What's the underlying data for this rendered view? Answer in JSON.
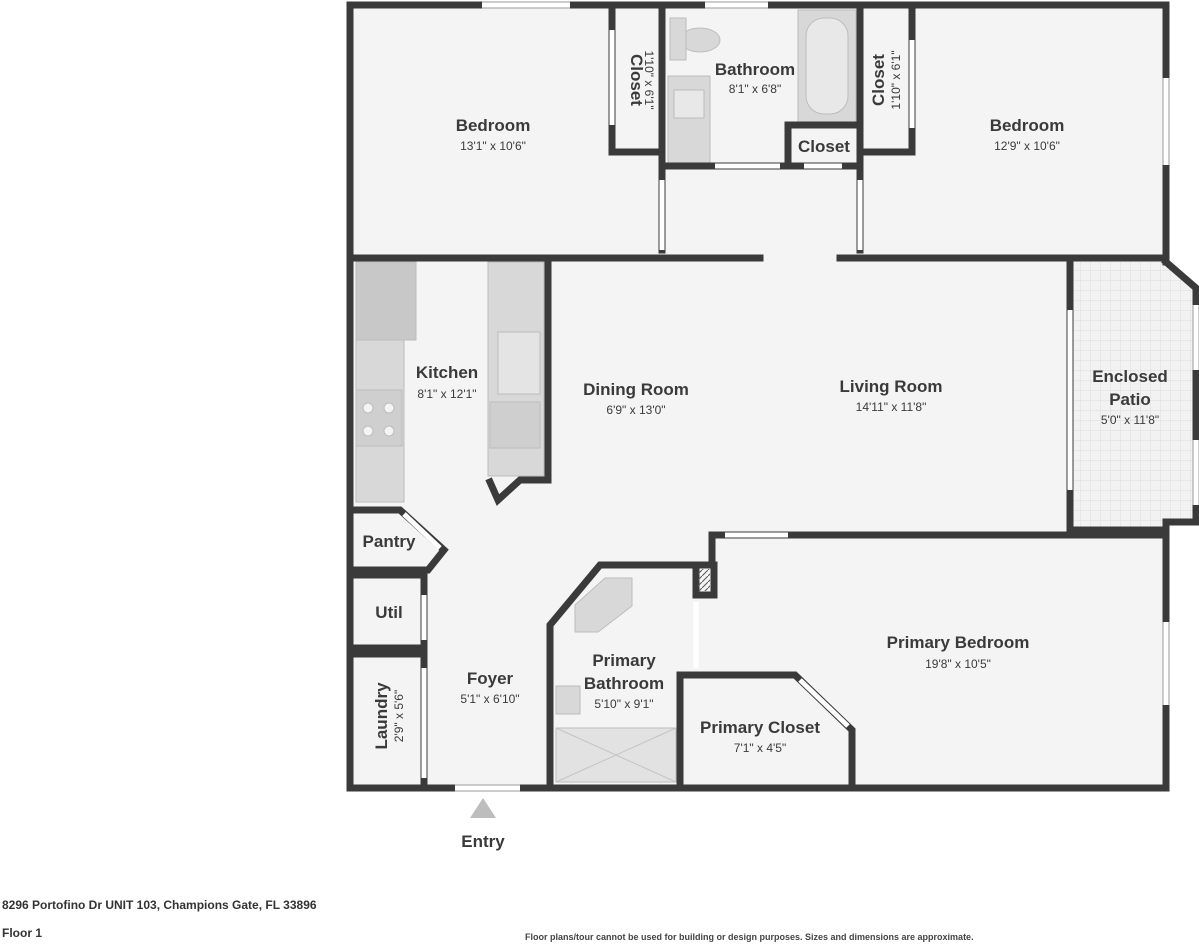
{
  "rooms": {
    "bedroom_left": {
      "name": "Bedroom",
      "dim": "13'1\" x 10'6\""
    },
    "closet_left": {
      "name": "Closet",
      "dim": "1'10\" x 6'1\""
    },
    "bathroom": {
      "name": "Bathroom",
      "dim": "8'1\" x 6'8\""
    },
    "closet_small": {
      "name": "Closet"
    },
    "closet_right": {
      "name": "Closet",
      "dim": "1'10\" x 6'1\""
    },
    "bedroom_right": {
      "name": "Bedroom",
      "dim": "12'9\" x 10'6\""
    },
    "kitchen": {
      "name": "Kitchen",
      "dim": "8'1\" x 12'1\""
    },
    "dining": {
      "name": "Dining Room",
      "dim": "6'9\" x 13'0\""
    },
    "living": {
      "name": "Living Room",
      "dim": "14'11\" x 11'8\""
    },
    "patio": {
      "name_line1": "Enclosed",
      "name_line2": "Patio",
      "dim": "5'0\" x 11'8\""
    },
    "pantry": {
      "name": "Pantry"
    },
    "util": {
      "name": "Util"
    },
    "laundry": {
      "name": "Laundry",
      "dim": "2'9\" x 5'6\""
    },
    "foyer": {
      "name": "Foyer",
      "dim": "5'1\" x 6'10\""
    },
    "primary_bath": {
      "name_line1": "Primary",
      "name_line2": "Bathroom",
      "dim": "5'10\" x 9'1\""
    },
    "primary_closet": {
      "name": "Primary Closet",
      "dim": "7'1\" x 4'5\""
    },
    "primary_bedroom": {
      "name": "Primary Bedroom",
      "dim": "19'8\" x 10'5\""
    }
  },
  "entry_label": "Entry",
  "address": "8296 Portofino Dr UNIT 103, Champions Gate, FL 33896",
  "floor": "Floor 1",
  "disclaimer": "Floor plans/tour cannot be used for building or design purposes. Sizes and dimensions are approximate.",
  "colors": {
    "wall": "#3a3a3a",
    "floor": "#f4f4f4",
    "fixture": "#d6d6d6",
    "patio_floor": "#ececec"
  }
}
